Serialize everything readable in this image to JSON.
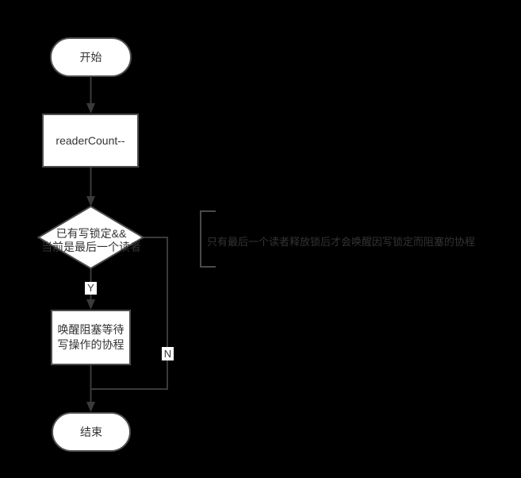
{
  "colors": {
    "background": "#000000",
    "node_fill": "#ffffff",
    "node_border": "#4d4d4d",
    "connector": "#3a3a3a",
    "node_text": "#333333",
    "annotation_text": "#333333",
    "bracket": "#4a4a4a"
  },
  "nodes": {
    "start": {
      "label": "开始"
    },
    "process1": {
      "label": "readerCount--"
    },
    "decision": {
      "line1": "已有写锁定&&",
      "line2": "当前是最后一个读者"
    },
    "process2": {
      "line1": "唤醒阻塞等待",
      "line2": "写操作的协程"
    },
    "end": {
      "label": "结束"
    }
  },
  "edges": {
    "yes_label": "Y",
    "no_label": "N"
  },
  "annotation": {
    "text": "只有最后一个读者释放锁后才会唤醒因写锁定而阻塞的协程"
  }
}
